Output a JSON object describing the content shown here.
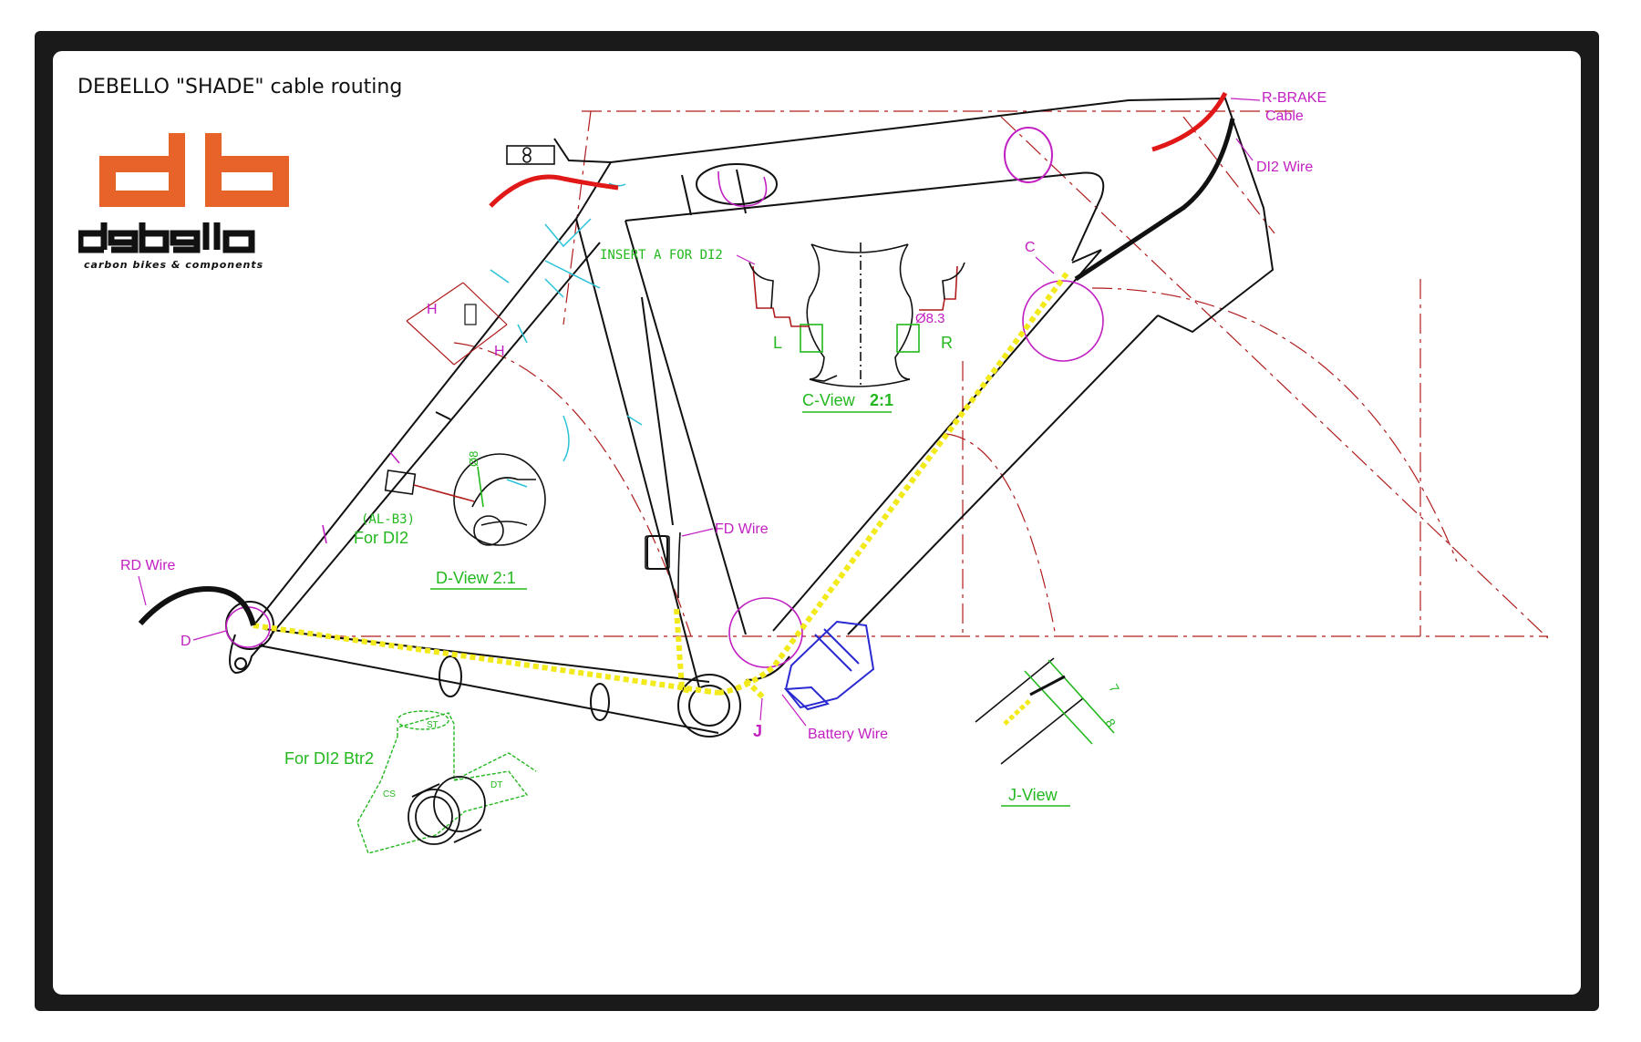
{
  "title": "DEBELLO \"SHADE\" cable routing",
  "logo": {
    "wordmark": "debello",
    "tagline": "carbon bikes & components",
    "monogram": "db",
    "colors": {
      "monogram": "#e8632a",
      "wordmark": "#111111"
    }
  },
  "labels": {
    "r_brake_line1": "R-BRAKE",
    "r_brake_line2": "Cable",
    "di2_wire": "DI2 Wire",
    "c_marker_top": "C",
    "insert_for_di2": "INSERT A FOR DI2",
    "l": "L",
    "r": "R",
    "diameter_83": "Ø8.3",
    "c_view": "C-View",
    "c_view_scale": "2:1",
    "h_left": "H",
    "h_right": "H",
    "al_b3": "(AL-B3)",
    "for_di2": "For DI2",
    "d_view": "D-View 2:1",
    "diameter_8": "Ø8",
    "fd_wire": "FD Wire",
    "rd_wire": "RD Wire",
    "d_marker": "D",
    "j_marker": "J",
    "battery_wire": "Battery Wire",
    "for_di2_btr2": "For DI2 Btr2",
    "st": "ST",
    "dt": "DT",
    "cs": "CS",
    "j_view": "J-View",
    "dim_7": "7",
    "dim_8": "8"
  },
  "colors": {
    "frame": "#111111",
    "brake_cable": "#e01818",
    "di2_wire_color": "#111111",
    "routing": "#f2ea1a",
    "annotation": "#c21fc2",
    "construction": "#b01c1c",
    "detail_green": "#22b81e",
    "cyan_detail": "#29c3d8",
    "battery": "#2a2ad0"
  }
}
